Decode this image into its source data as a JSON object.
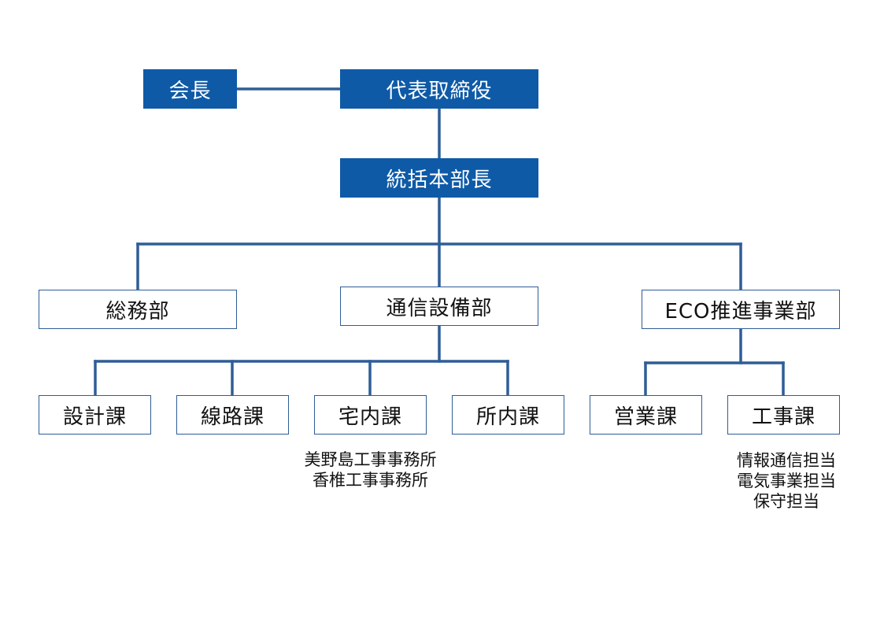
{
  "colors": {
    "filled_box": "#0e5aa7",
    "outline_border": "#2f5d97",
    "connector": "#2f5d97",
    "text_dark": "#111111",
    "text_light": "#ffffff"
  },
  "nodes": {
    "chairman": "会長",
    "representative_director": "代表取締役",
    "general_headquarters_manager": "統括本部長",
    "general_affairs_dept": "総務部",
    "telecom_equipment_dept": "通信設備部",
    "eco_promotion_dept": "ECO推進事業部",
    "design_section": "設計課",
    "line_section": "線路課",
    "indoor_section": "宅内課",
    "station_section": "所内課",
    "sales_section": "営業課",
    "construction_section": "工事課"
  },
  "notes": {
    "indoor_offices": [
      "美野島工事事務所",
      "香椎工事事務所"
    ],
    "construction_roles": [
      "情報通信担当",
      "電気事業担当",
      "保守担当"
    ]
  }
}
